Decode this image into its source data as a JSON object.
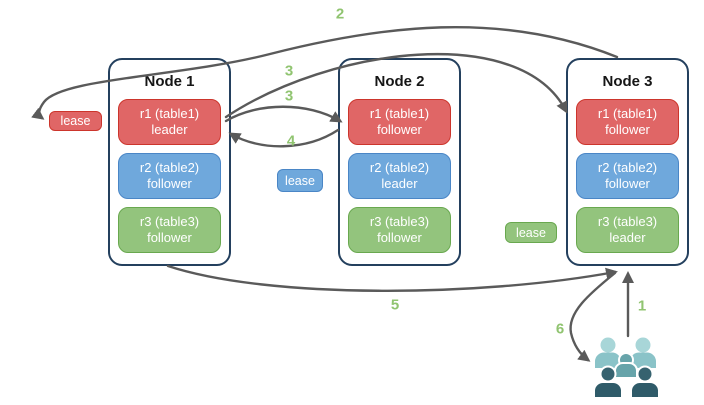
{
  "colors": {
    "red": "#e06666",
    "red_border": "#cc352c",
    "blue": "#6fa8dc",
    "blue_border": "#4a86c6",
    "green": "#93c47d",
    "green_border": "#69a84f",
    "node_border": "#24405e",
    "arrow": "#5a5a5a",
    "step_number": "#90c470",
    "crowd_light_head": "#a8d6d8",
    "crowd_light_body": "#8ac3c8",
    "crowd_mid": "#67a4aa",
    "crowd_dark_head": "#36626f",
    "crowd_dark_body": "#2f5b69"
  },
  "nodes": [
    {
      "title": "Node 1",
      "replicas": [
        {
          "name": "r1 (table1)",
          "role": "leader",
          "color": "red"
        },
        {
          "name": "r2 (table2)",
          "role": "follower",
          "color": "blue"
        },
        {
          "name": "r3 (table3)",
          "role": "follower",
          "color": "green"
        }
      ]
    },
    {
      "title": "Node 2",
      "replicas": [
        {
          "name": "r1 (table1)",
          "role": "follower",
          "color": "red"
        },
        {
          "name": "r2 (table2)",
          "role": "leader",
          "color": "blue"
        },
        {
          "name": "r3 (table3)",
          "role": "follower",
          "color": "green"
        }
      ]
    },
    {
      "title": "Node 3",
      "replicas": [
        {
          "name": "r1 (table1)",
          "role": "follower",
          "color": "red"
        },
        {
          "name": "r2 (table2)",
          "role": "follower",
          "color": "blue"
        },
        {
          "name": "r3 (table3)",
          "role": "leader",
          "color": "green"
        }
      ]
    }
  ],
  "leases": [
    {
      "label": "lease",
      "color": "red"
    },
    {
      "label": "lease",
      "color": "blue"
    },
    {
      "label": "lease",
      "color": "green"
    }
  ],
  "steps": {
    "s1": "1",
    "s2": "2",
    "s3a": "3",
    "s3b": "3",
    "s4": "4",
    "s5": "5",
    "s6": "6"
  },
  "icons": {
    "users_group": "users-group-icon"
  }
}
